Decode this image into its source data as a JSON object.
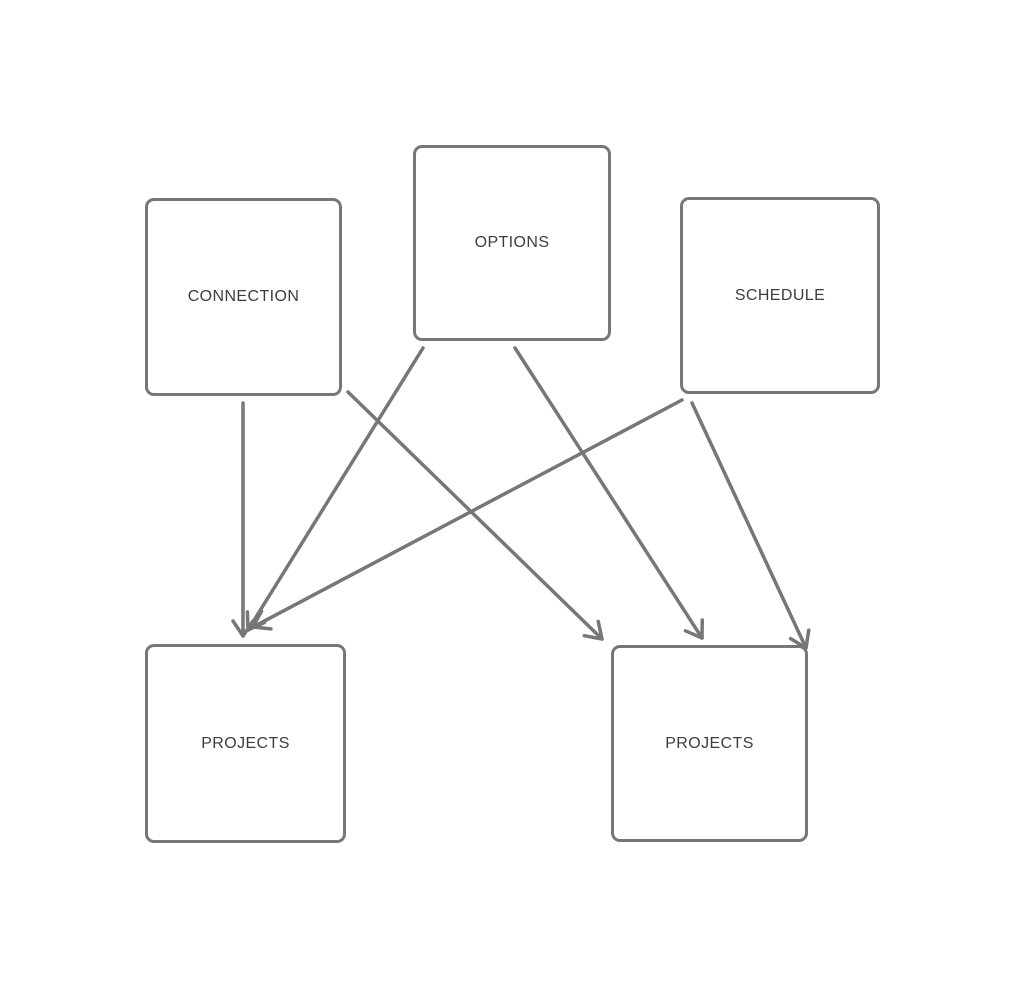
{
  "diagram": {
    "background_color": "#ffffff",
    "shape_stroke_color": "#777777",
    "label_text_color": "#3d3d3d",
    "nodes": [
      {
        "id": "connection",
        "label": "CONNECTION"
      },
      {
        "id": "options",
        "label": "OPTIONS"
      },
      {
        "id": "schedule",
        "label": "SCHEDULE"
      },
      {
        "id": "projects-left",
        "label": "PROJECTS"
      },
      {
        "id": "projects-right",
        "label": "PROJECTS"
      }
    ],
    "edges": [
      {
        "from": "connection",
        "to": "projects-left"
      },
      {
        "from": "options",
        "to": "projects-left"
      },
      {
        "from": "schedule",
        "to": "projects-left"
      },
      {
        "from": "connection",
        "to": "projects-right"
      },
      {
        "from": "options",
        "to": "projects-right"
      },
      {
        "from": "schedule",
        "to": "projects-right"
      }
    ]
  }
}
